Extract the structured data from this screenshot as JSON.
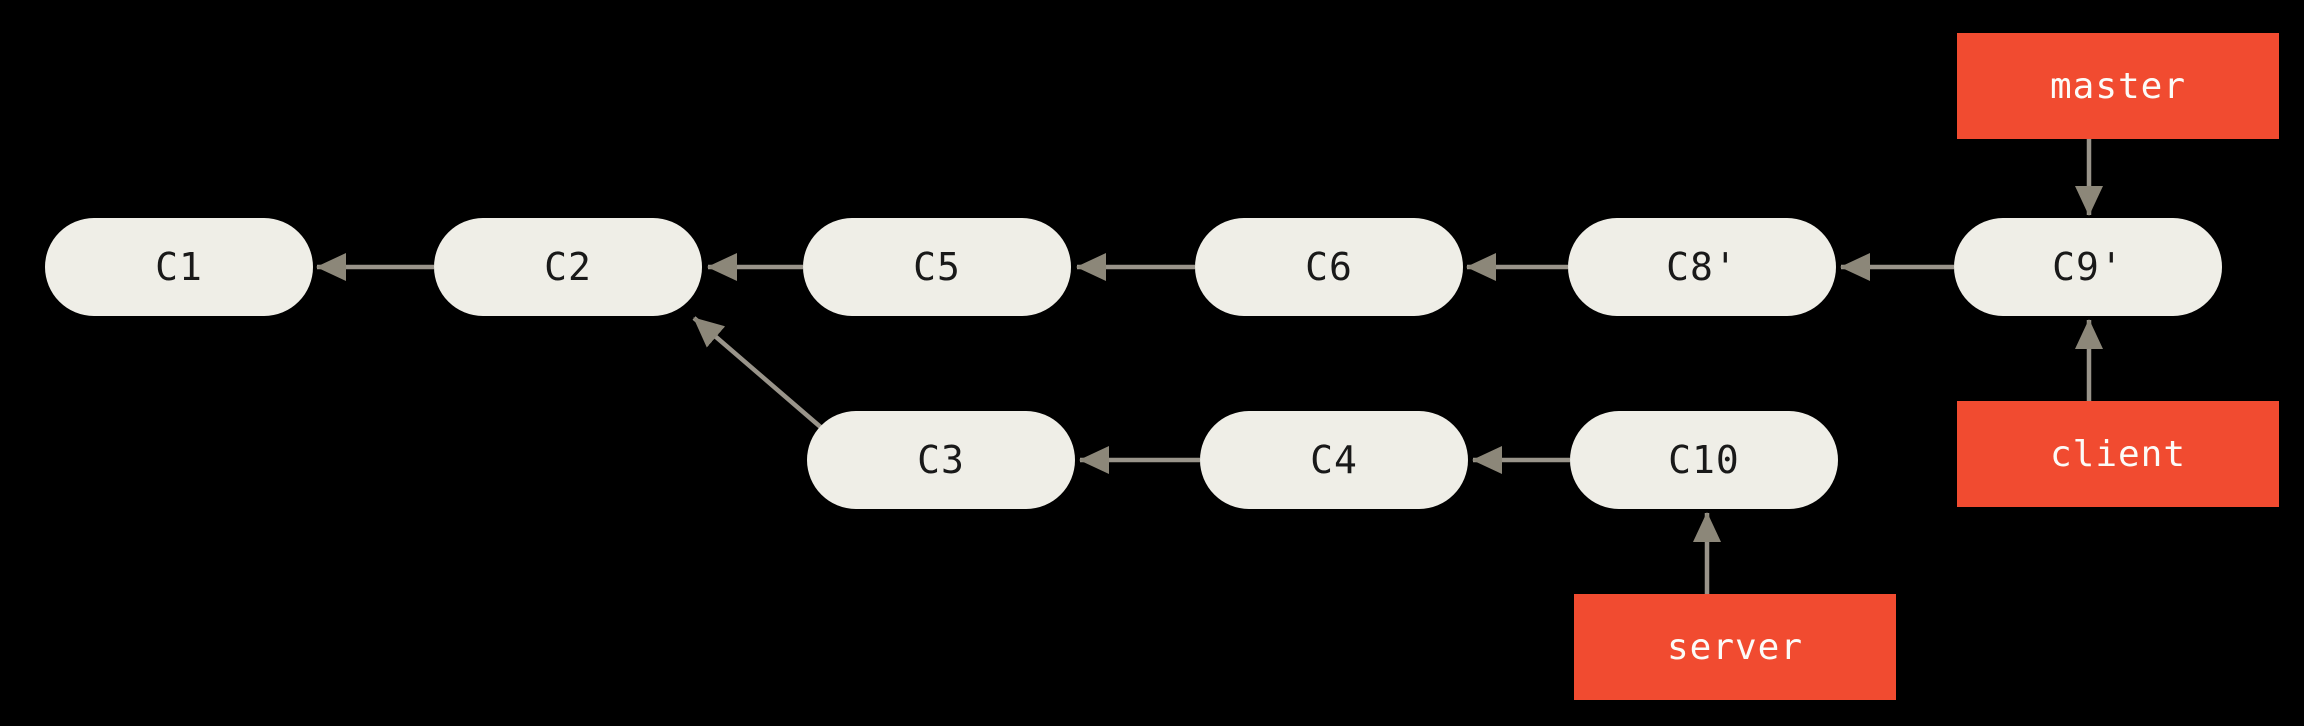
{
  "diagram": {
    "type": "git-commit-graph",
    "colors": {
      "background": "#000000",
      "commit_fill": "#efeee7",
      "commit_text": "#191919",
      "branch_fill": "#f14b30",
      "branch_text": "#fcfbf8",
      "arrow_line": "#99948a",
      "arrow_head": "#8c8779"
    },
    "commits": [
      {
        "id": "c1",
        "label": "C1"
      },
      {
        "id": "c2",
        "label": "C2"
      },
      {
        "id": "c5",
        "label": "C5"
      },
      {
        "id": "c6",
        "label": "C6"
      },
      {
        "id": "c8p",
        "label": "C8'"
      },
      {
        "id": "c9p",
        "label": "C9'"
      },
      {
        "id": "c3",
        "label": "C3"
      },
      {
        "id": "c4",
        "label": "C4"
      },
      {
        "id": "c10",
        "label": "C10"
      }
    ],
    "branches": [
      {
        "id": "master",
        "label": "master",
        "points_to": "C9'"
      },
      {
        "id": "client",
        "label": "client",
        "points_to": "C9'"
      },
      {
        "id": "server",
        "label": "server",
        "points_to": "C10"
      }
    ],
    "edges": [
      {
        "from": "C2",
        "to": "C1"
      },
      {
        "from": "C5",
        "to": "C2"
      },
      {
        "from": "C6",
        "to": "C5"
      },
      {
        "from": "C8'",
        "to": "C6"
      },
      {
        "from": "C9'",
        "to": "C8'"
      },
      {
        "from": "C3",
        "to": "C2"
      },
      {
        "from": "C4",
        "to": "C3"
      },
      {
        "from": "C10",
        "to": "C4"
      },
      {
        "from": "master",
        "to": "C9'"
      },
      {
        "from": "client",
        "to": "C9'"
      },
      {
        "from": "server",
        "to": "C10"
      }
    ]
  }
}
